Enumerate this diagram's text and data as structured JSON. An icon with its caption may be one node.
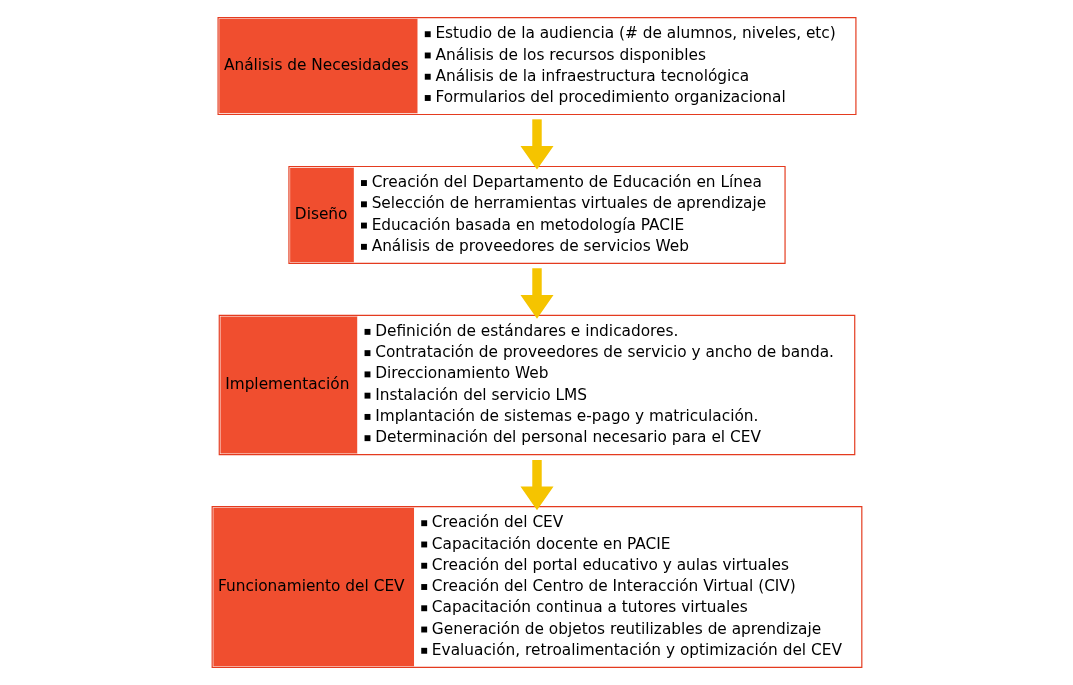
{
  "diagram": {
    "nodes": [
      {
        "text": [
          "Análisis de Necesidades",
          "Estudio de la audiencia (# de alumnos, niveles, etc)",
          "Análisis de los recursos disponibles",
          "Análisis de la infraestructura tecnológica",
          "Formularios del procedimiento organizacional"
        ]
      },
      {
        "text": [
          "Diseño",
          "Creación del Departamento de Educación en Línea",
          "Selección de herramientas virtuales de aprendizaje",
          "Educación basada en metodología PACIE",
          "Análisis de proveedores de servicios Web"
        ]
      },
      {
        "text": [
          "Implementación",
          "Definición de estándares e indicadores.",
          "Contratación de proveedores de servicio y ancho de banda.",
          "Direccionamiento Web",
          "Instalación del servicio LMS",
          "Implantación de sistemas e-pago y matriculación.",
          "Determinación del personal necesario para el CEV"
        ]
      },
      {
        "text": [
          "Funcionamiento del CEV",
          "Creación del CEV",
          "Capacitación docente en PACIE",
          "Creación del portal educativo y aulas virtuales",
          "Creación del Centro de Interacción Virtual (CIV)",
          "Capacitación continua a tutores virtuales",
          "Generación de objetos reutilizables de aprendizaje",
          "Evaluación, retroalimentación y optimización del CEV"
        ]
      }
    ],
    "edges": [
      {
        "from": 0,
        "to": 1,
        "arrow": "to"
      },
      {
        "from": 1,
        "to": 2,
        "arrow": "to"
      },
      {
        "from": 2,
        "to": 3,
        "arrow": "to"
      }
    ]
  }
}
